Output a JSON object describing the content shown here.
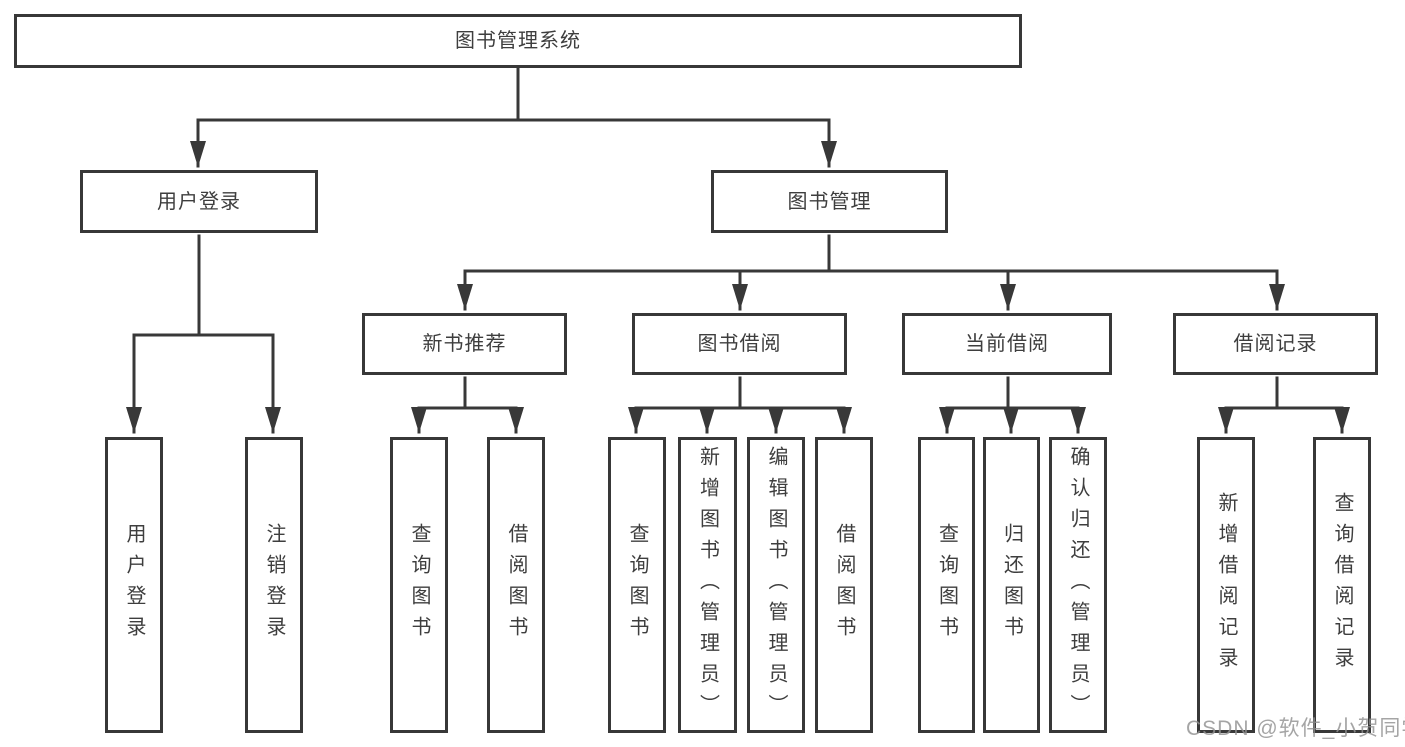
{
  "diagram": {
    "root": "图书管理系统",
    "branches": [
      {
        "label": "用户登录",
        "children": [
          {
            "label": "用户登录"
          },
          {
            "label": "注销登录"
          }
        ]
      },
      {
        "label": "图书管理",
        "groups": [
          {
            "label": "新书推荐",
            "children": [
              {
                "label": "查询图书"
              },
              {
                "label": "借阅图书"
              }
            ]
          },
          {
            "label": "图书借阅",
            "children": [
              {
                "label": "查询图书"
              },
              {
                "label": "新增图书（管理员）"
              },
              {
                "label": "编辑图书（管理员）"
              },
              {
                "label": "借阅图书"
              }
            ]
          },
          {
            "label": "当前借阅",
            "children": [
              {
                "label": "查询图书"
              },
              {
                "label": "归还图书"
              },
              {
                "label": "确认归还（管理员）"
              }
            ]
          },
          {
            "label": "借阅记录",
            "children": [
              {
                "label": "新增借阅记录"
              },
              {
                "label": "查询借阅记录"
              }
            ]
          }
        ]
      }
    ]
  },
  "watermark": "CSDN @软件_小贺同学",
  "colors": {
    "line": "#383838",
    "text": "#3e3e3e",
    "watermark": "#919191",
    "background": "#ffffff"
  }
}
